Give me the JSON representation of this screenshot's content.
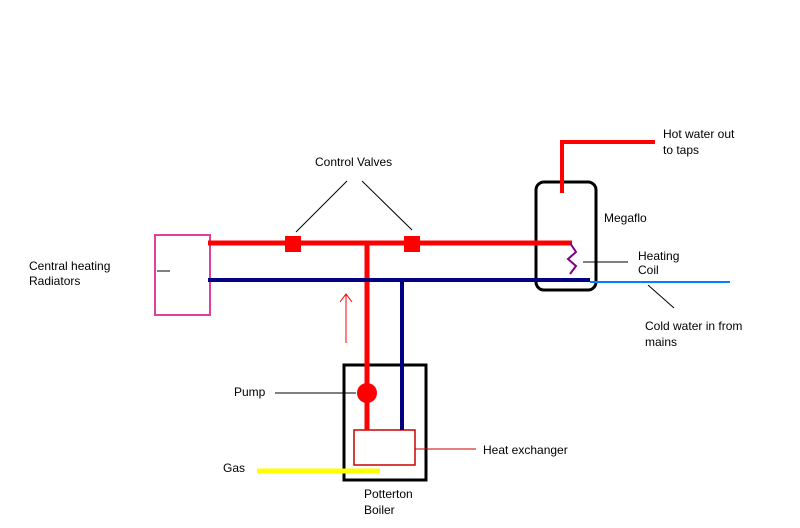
{
  "labels": {
    "control_valves": "Control Valves",
    "hot_water_out_1": "Hot water out",
    "hot_water_out_2": "to taps",
    "megaflo": "Megaflo",
    "heating_coil_1": "Heating",
    "heating_coil_2": "Coil",
    "central_heating_1": "Central heating",
    "central_heating_2": "Radiators",
    "cold_water_1": "Cold water in from",
    "cold_water_2": "mains",
    "pump": "Pump",
    "heat_exchanger": "Heat exchanger",
    "gas": "Gas",
    "boiler_1": "Potterton",
    "boiler_2": "Boiler"
  },
  "colors": {
    "hot_flow": "#ff0000",
    "return_flow": "#000080",
    "cold_mains": "#0080ff",
    "gas": "#ffff00",
    "radiator": "#e0409a",
    "coil": "#800080",
    "outline": "#000000"
  }
}
